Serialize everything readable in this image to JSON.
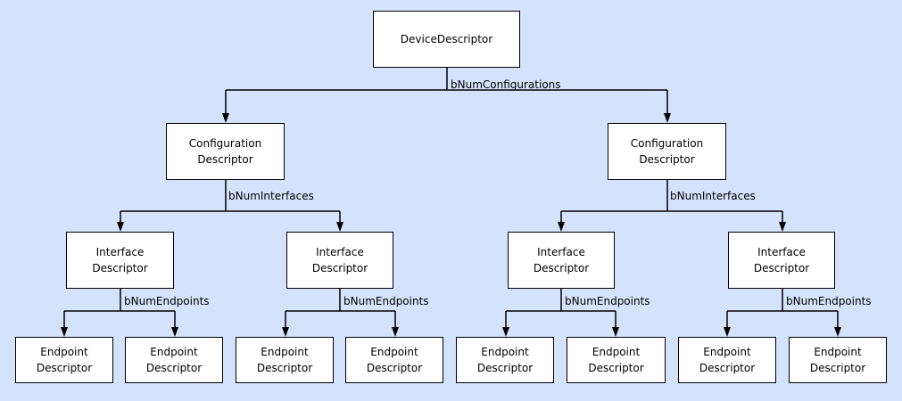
{
  "colors": {
    "background": "#d4e3fb",
    "box_fill": "#ffffff",
    "line": "#000000"
  },
  "nodes": {
    "device": "DeviceDescriptor",
    "configuration": "Configuration\nDescriptor",
    "interface": "Interface\nDescriptor",
    "endpoint": "Endpoint\nDescriptor"
  },
  "edge_labels": {
    "configurations": "bNumConfigurations",
    "interfaces": "bNumInterfaces",
    "endpoints": "bNumEndpoints"
  }
}
